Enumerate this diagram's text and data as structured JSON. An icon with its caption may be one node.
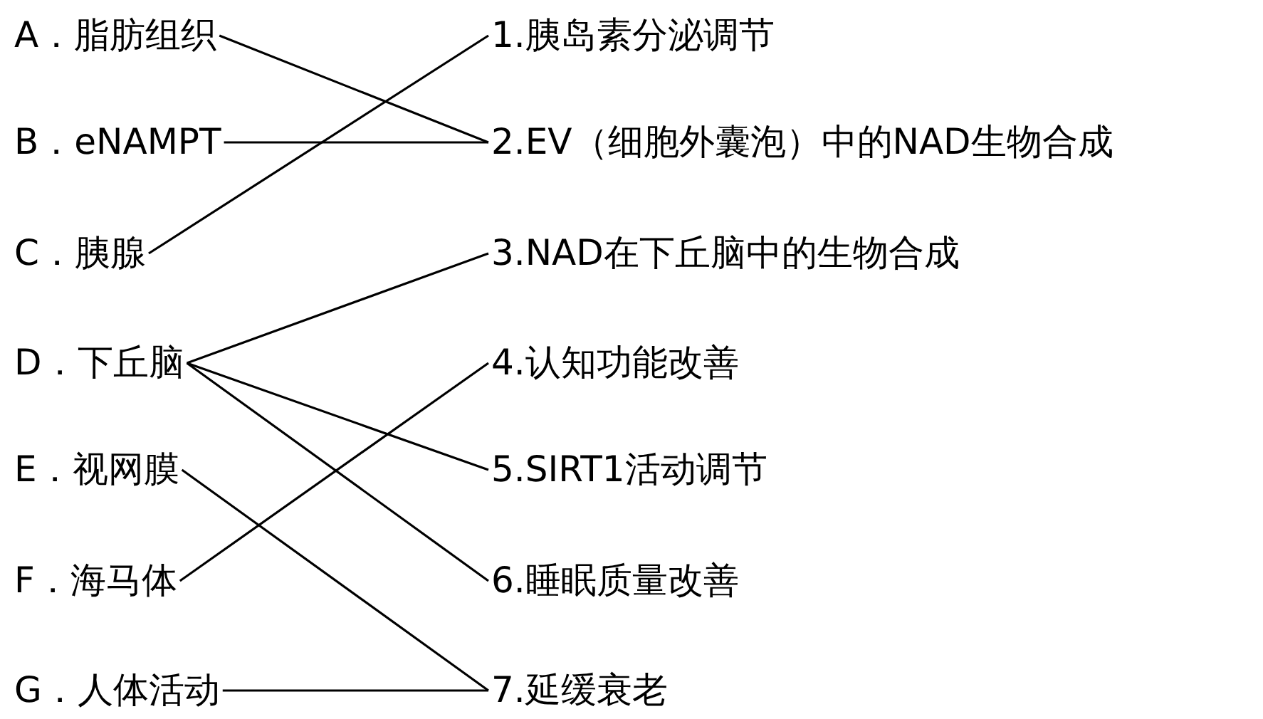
{
  "diagram": {
    "nodes": [
      {
        "text": [
          "A．脂肪组织"
        ]
      },
      {
        "text": [
          "B．eNAMPT"
        ]
      },
      {
        "text": [
          "C．胰腺"
        ]
      },
      {
        "text": [
          "D．下丘脑"
        ]
      },
      {
        "text": [
          "E．视网膜"
        ]
      },
      {
        "text": [
          "F．海马体"
        ]
      },
      {
        "text": [
          "G．人体活动"
        ]
      },
      {
        "text": [
          "1.胰岛素分泌调节"
        ]
      },
      {
        "text": [
          "2.EV（细胞外囊泡）中的NAD生物合成"
        ]
      },
      {
        "text": [
          "3.NAD在下丘脑中的生物合成"
        ]
      },
      {
        "text": [
          "4.认知功能改善"
        ]
      },
      {
        "text": [
          "5.SIRT1活动调节"
        ]
      },
      {
        "text": [
          "6.睡眠质量改善"
        ]
      },
      {
        "text": [
          "7.延缓衰老"
        ]
      }
    ],
    "edges": [
      {
        "from": 0,
        "to": 8,
        "arrow": "none"
      },
      {
        "from": 1,
        "to": 8,
        "arrow": "none"
      },
      {
        "from": 2,
        "to": 7,
        "arrow": "none"
      },
      {
        "from": 3,
        "to": 9,
        "arrow": "none"
      },
      {
        "from": 3,
        "to": 11,
        "arrow": "none"
      },
      {
        "from": 3,
        "to": 12,
        "arrow": "none"
      },
      {
        "from": 4,
        "to": 13,
        "arrow": "none"
      },
      {
        "from": 5,
        "to": 10,
        "arrow": "none"
      },
      {
        "from": 6,
        "to": 13,
        "arrow": "none"
      }
    ]
  }
}
